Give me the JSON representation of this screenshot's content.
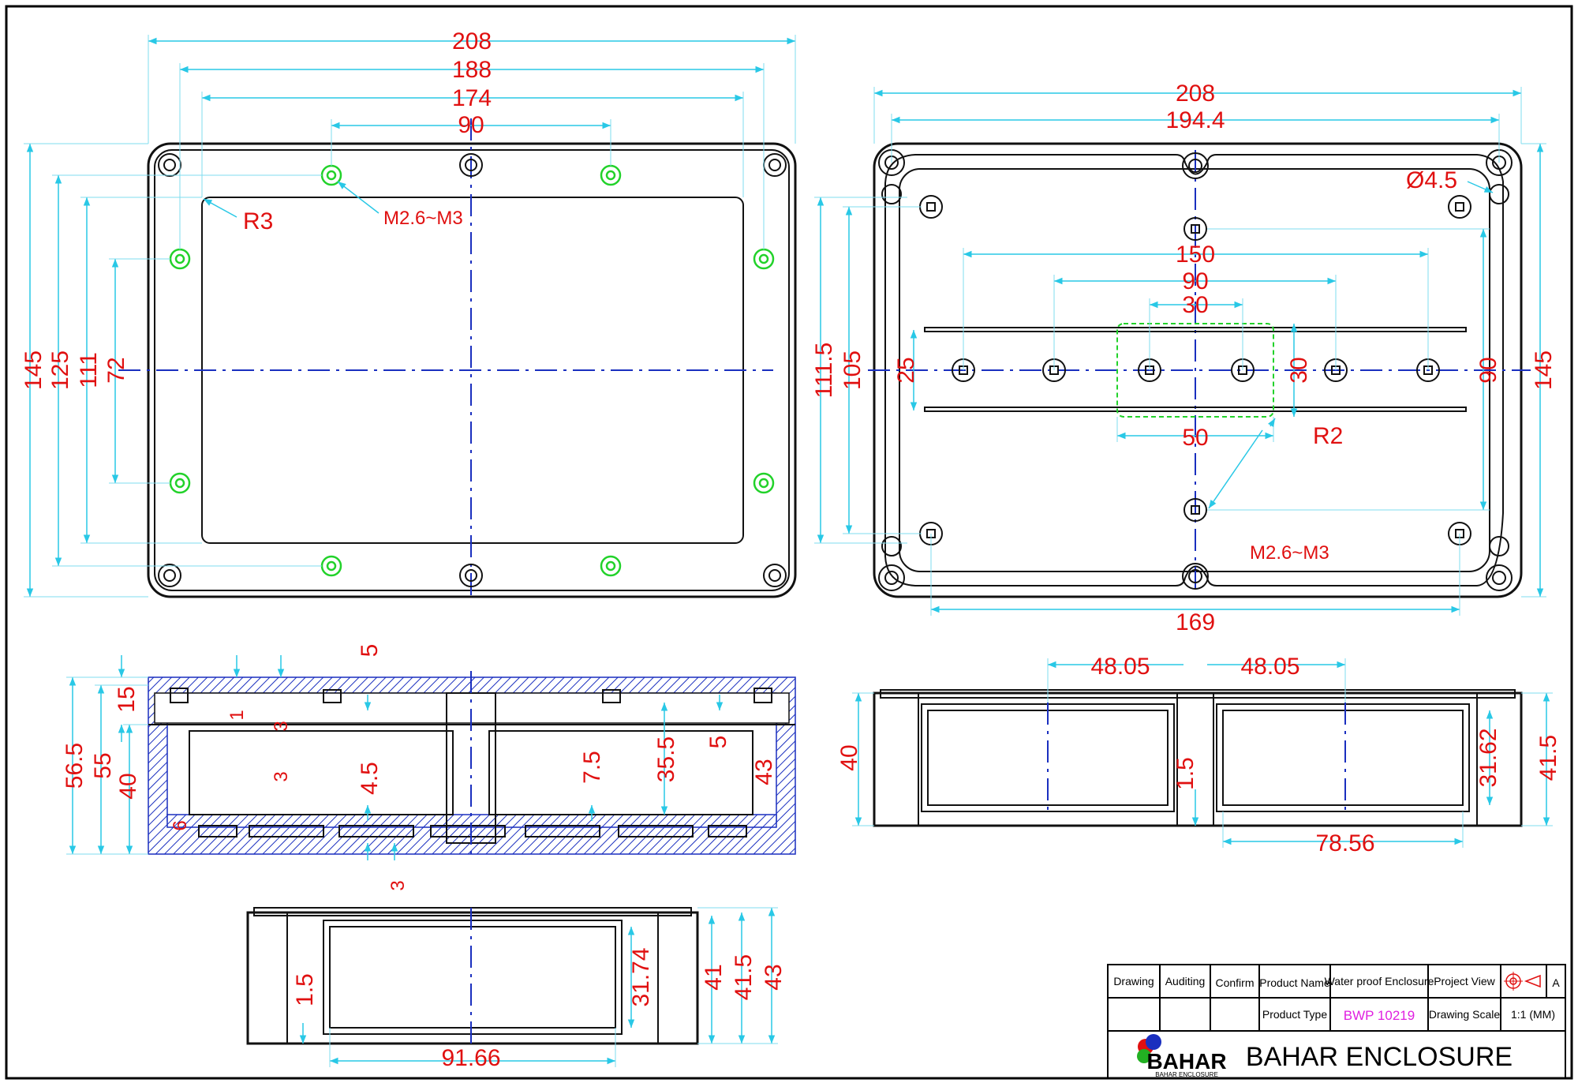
{
  "top_view": {
    "dims": {
      "w208": "208",
      "w188": "188",
      "w174": "174",
      "w90": "90",
      "h145": "145",
      "h125": "125",
      "h111": "111",
      "h72": "72"
    },
    "labels": {
      "radius": "R3",
      "screw": "M2.6~M3"
    }
  },
  "inside_view": {
    "dims": {
      "w208": "208",
      "w194": "194.4",
      "w150": "150",
      "w90": "90",
      "w30": "30",
      "w50": "50",
      "w169": "169",
      "h111_5": "111.5",
      "h105": "105",
      "h25": "25",
      "h30": "30",
      "h90": "90",
      "h145": "145"
    },
    "labels": {
      "hole": "Ø4.5",
      "radius": "R2",
      "screw": "M2.6~M3"
    }
  },
  "section_view": {
    "dims": {
      "d5": "5",
      "d15": "15",
      "d1": "1",
      "d3a": "3",
      "d56_5": "56.5",
      "d55": "55",
      "d40": "40",
      "d3b": "3",
      "d4_5": "4.5",
      "d7_5": "7.5",
      "d35_5": "35.5",
      "d5b": "5",
      "d43": "43",
      "d6": "6",
      "d3c": "3"
    }
  },
  "side_view": {
    "dims": {
      "w48a": "48.05",
      "w48b": "48.05",
      "h40": "40",
      "t1_5": "1.5",
      "h31_62": "31.62",
      "h41_5": "41.5",
      "w78_56": "78.56"
    }
  },
  "end_view": {
    "dims": {
      "t1_5": "1.5",
      "h31_74": "31.74",
      "h41": "41",
      "h41_5": "41.5",
      "h43": "43",
      "w91_66": "91.66"
    }
  },
  "title_block": {
    "drawing": "Drawing",
    "auditing": "Auditing",
    "confirm": "Confirm",
    "product_name_label": "Product Name",
    "product_name": "Water proof Enclosure",
    "project_view": "Project View",
    "sheet": "A",
    "product_type_label": "Product Type",
    "product_type": "BWP 10219",
    "scale_label": "Drawing Scale",
    "scale": "1:1 (MM)",
    "logo_text": "BAHAR",
    "logo_sub": "BAHAR ENCLOSURE",
    "company": "BAHAR  ENCLOSURE"
  },
  "colors": {
    "dimension_text": "#e01010",
    "dimension_line": "#29c8e6",
    "center_line": "#1a2fbf",
    "thread_mark": "#22d22a",
    "product_type": "#e020e0"
  }
}
